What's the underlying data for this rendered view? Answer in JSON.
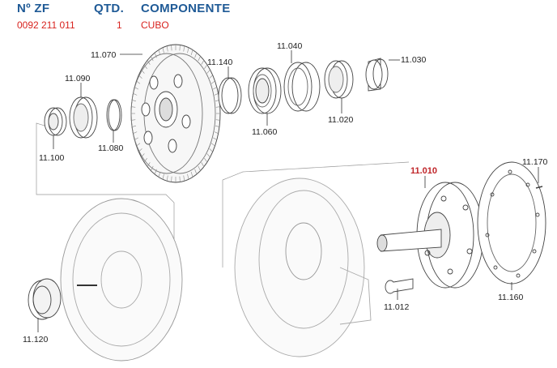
{
  "header": {
    "col_part_no": "Nº ZF",
    "col_qty": "QTD.",
    "col_component": "COMPONENTE",
    "part_no": "0092 211 011",
    "qty": "1",
    "component": "CUBO"
  },
  "callouts": {
    "c11070": "11.070",
    "c11140": "11.140",
    "c11040": "11.040",
    "c11030": "11.030",
    "c11090": "11.090",
    "c11100": "11.100",
    "c11080": "11.080",
    "c11060": "11.060",
    "c11020": "11.020",
    "c11010": "11.010",
    "c11170": "11.170",
    "c11012": "11.012",
    "c11160": "11.160",
    "c11120": "11.120"
  },
  "colors": {
    "header_blue": "#1f5a96",
    "value_red": "#d8231f",
    "highlight_red": "#c0262a",
    "line": "#444444"
  }
}
